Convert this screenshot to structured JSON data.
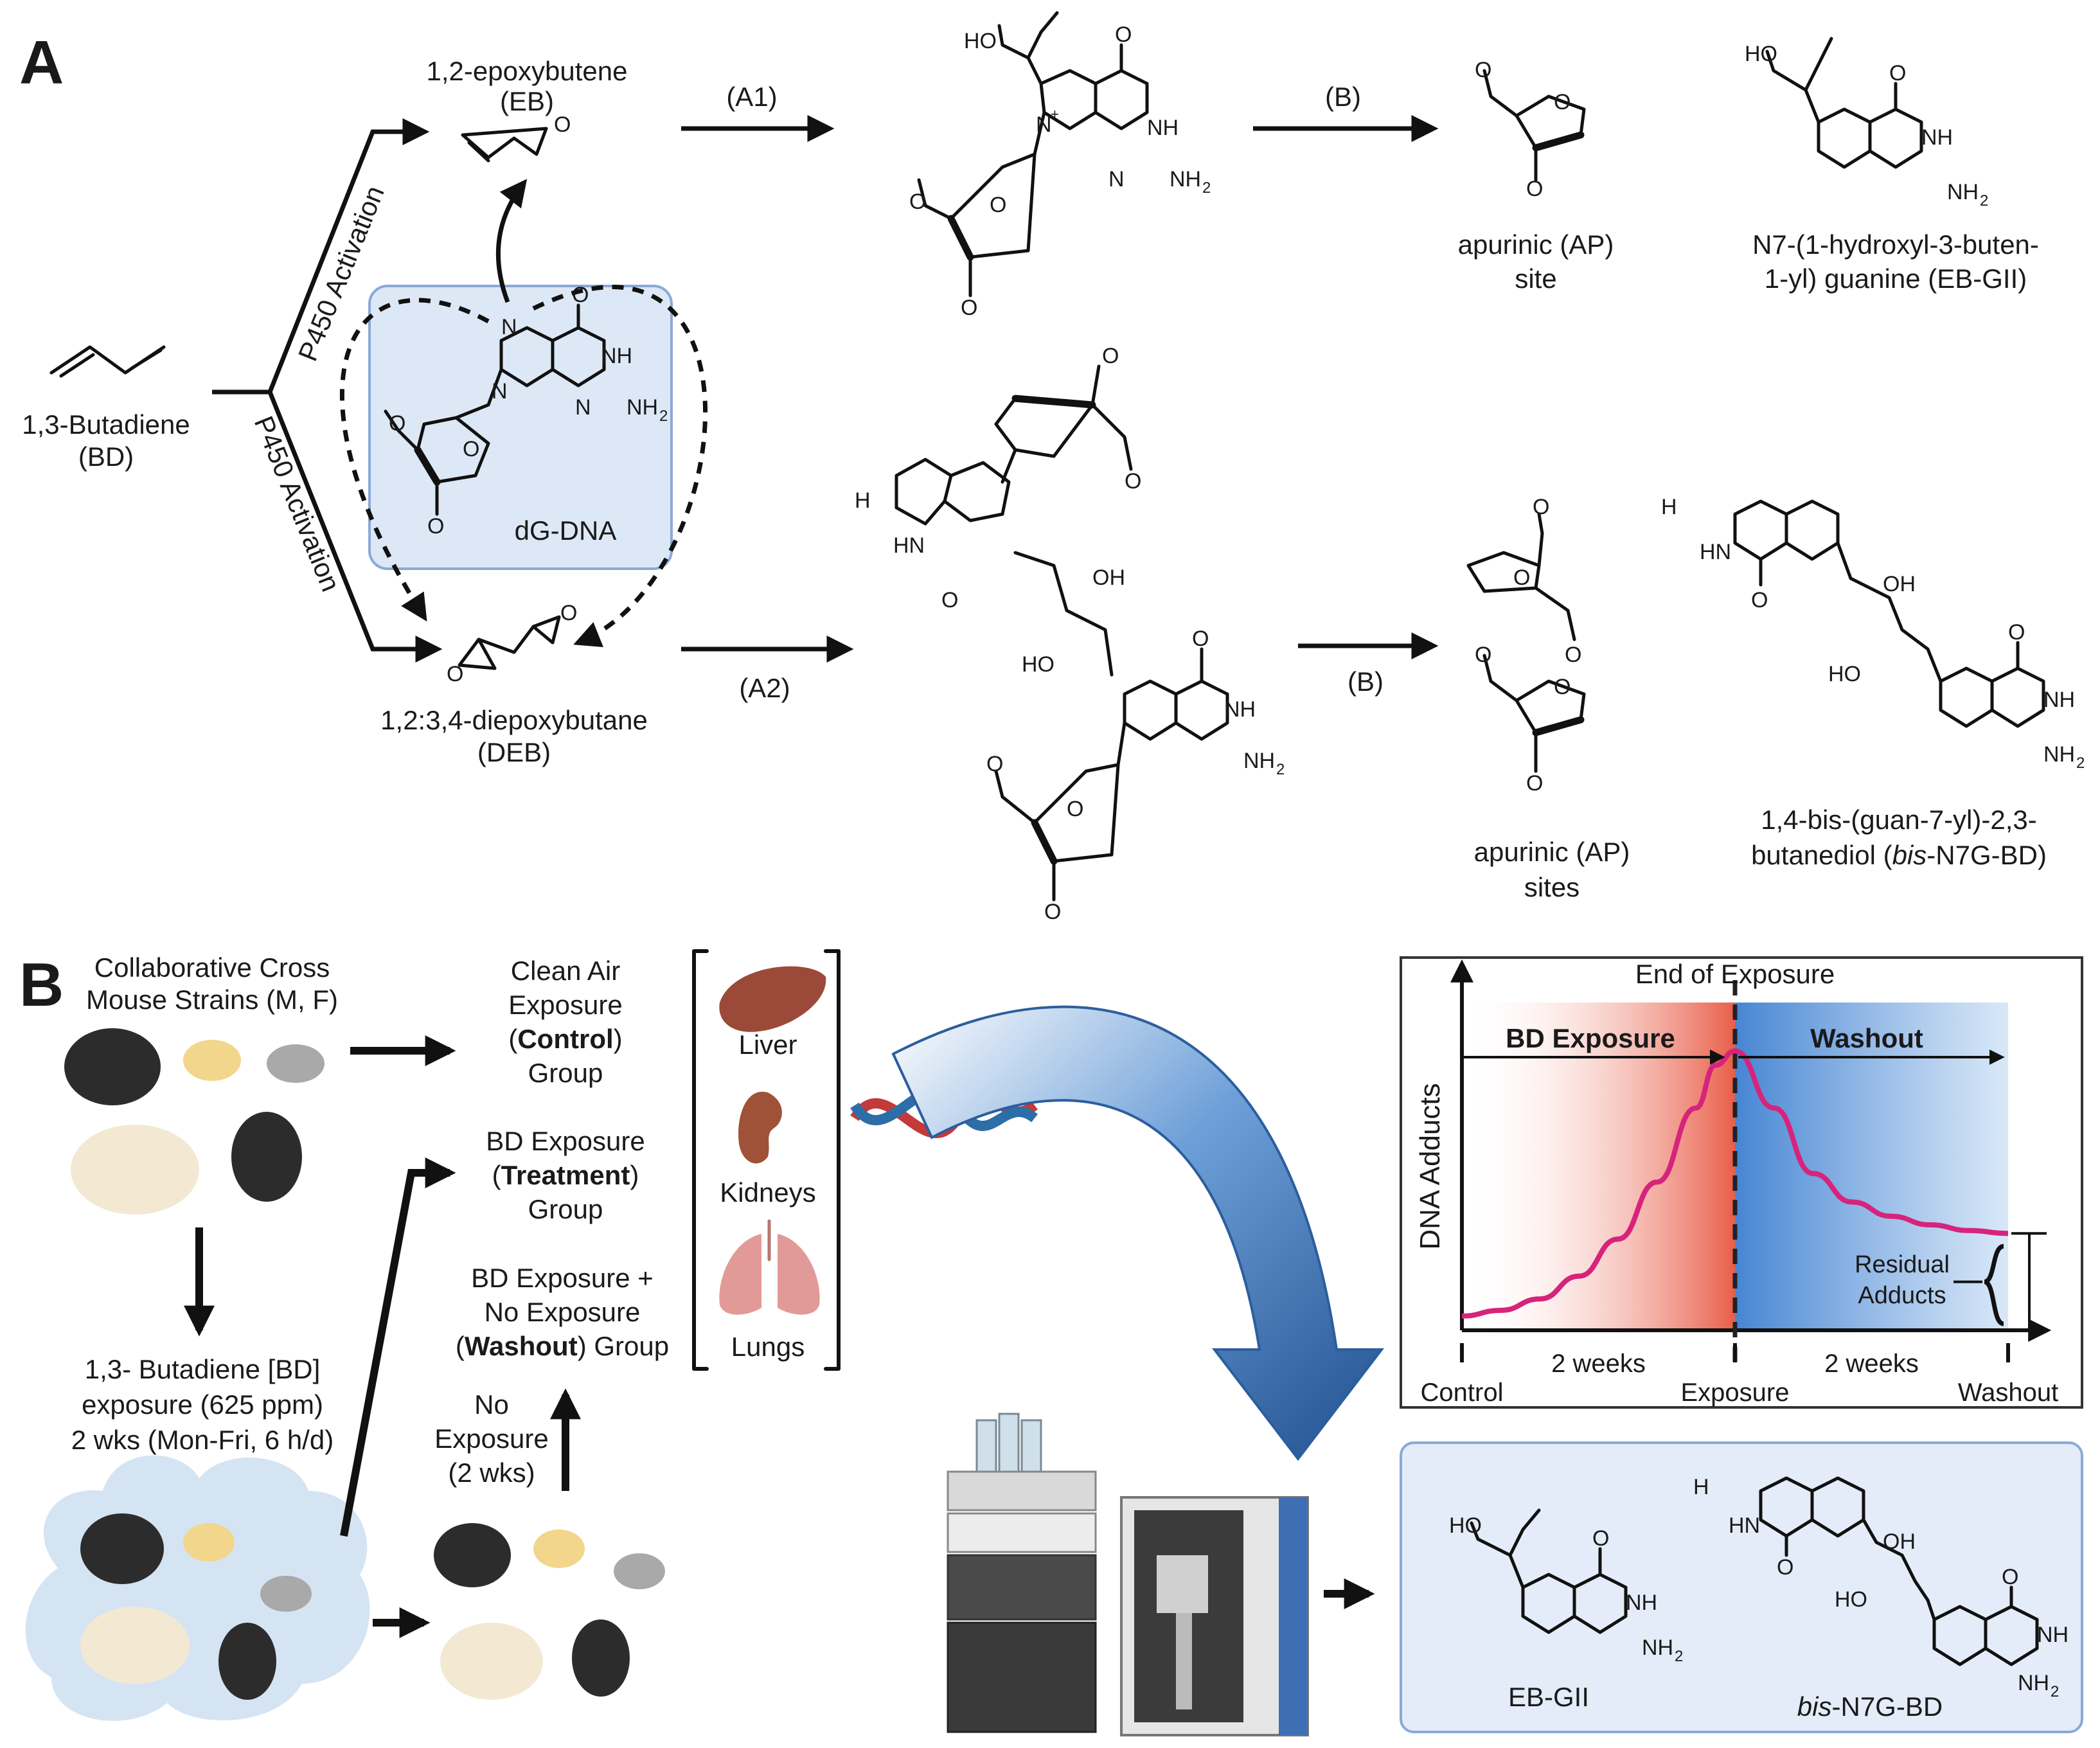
{
  "panel_a": {
    "letter": "A",
    "bd_name": "1,3-Butadiene",
    "bd_abbr": "(BD)",
    "p450_top": "P450 Activation",
    "p450_bottom": "P450 Activation",
    "eb_name": "1,2-epoxybutene",
    "eb_abbr": "(EB)",
    "deb_name": "1,2:3,4-diepoxybutane",
    "deb_abbr": "(DEB)",
    "dg_label": "dG-DNA",
    "step_a1": "(A1)",
    "step_a2": "(A2)",
    "step_b_top": "(B)",
    "step_b_bottom": "(B)",
    "ap_site_1": "apurinic (AP)",
    "ap_site_2": "site",
    "ap_sites_1": "apurinic (AP)",
    "ap_sites_2": "sites",
    "ebgii_1": "N7-(1-hydroxyl-3-buten-",
    "ebgii_2": "1-yl) guanine (EB-GII)",
    "bis_1": "1,4-bis-(guan-7-yl)-2,3-",
    "bis_2a": "butanediol (",
    "bis_2b": "bis",
    "bis_2c": "-N7G-BD)"
  },
  "chem_labels": {
    "ho": "HO",
    "oh": "OH",
    "nh": "NH",
    "hn": "HN",
    "nh2": "NH",
    "h2n": "H",
    "n": "N",
    "o": "O",
    "o_plus": "O",
    "sub2": "2",
    "plus": "+"
  },
  "panel_b": {
    "letter": "B",
    "mice_title_1": "Collaborative Cross",
    "mice_title_2": "Mouse Strains (M, F)",
    "exposure_1": "1,3- Butadiene [BD]",
    "exposure_2": "exposure (625 ppm)",
    "exposure_3": "2 wks (Mon-Fri, 6 h/d)",
    "control_1": "Clean Air",
    "control_2": "Exposure",
    "control_3a": "(",
    "control_3b": "Control",
    "control_3c": ")",
    "control_4": "Group",
    "treatment_1": "BD Exposure",
    "treatment_2a": "(",
    "treatment_2b": "Treatment",
    "treatment_2c": ")",
    "treatment_3": "Group",
    "washout_1": "BD Exposure +",
    "washout_2": "No Exposure",
    "washout_3a": "(",
    "washout_3b": "Washout",
    "washout_3c": ") Group",
    "no_exp_1": "No",
    "no_exp_2": "Exposure",
    "no_exp_3": "(2 wks)",
    "organ_liver": "Liver",
    "organ_kidneys": "Kidneys",
    "organ_lungs": "Lungs",
    "products_eb": "EB-GII",
    "products_bis_a": "bis",
    "products_bis_b": "-N7G-BD"
  },
  "chart_data": {
    "type": "line",
    "title": "End of Exposure",
    "xlabel": "",
    "ylabel": "DNA Adducts",
    "x_tick_labels": [
      "Control",
      "Exposure",
      "Washout"
    ],
    "interval_labels": [
      "2 weeks",
      "2 weeks"
    ],
    "phase_labels": [
      "BD Exposure",
      "Washout"
    ],
    "annotation": [
      "Residual",
      "Adducts"
    ],
    "x": [
      0,
      2,
      4,
      6,
      8,
      10,
      12,
      13,
      14,
      16,
      18,
      20,
      22,
      24,
      26,
      28
    ],
    "values": [
      0.05,
      0.07,
      0.11,
      0.19,
      0.32,
      0.52,
      0.78,
      0.93,
      0.98,
      0.78,
      0.55,
      0.45,
      0.4,
      0.37,
      0.35,
      0.34
    ],
    "xlim": [
      0,
      28
    ],
    "ylim": [
      0,
      1.15
    ],
    "grid": false,
    "colors": {
      "curve": "#d6247d",
      "exposure_band": "#e8553f",
      "washout_band": "#3d7fd1",
      "divider": "#222222"
    }
  },
  "colors": {
    "dg_box_fill": "#dde8f6",
    "dg_box_stroke": "#8aa9d6",
    "products_box_fill": "#e3ecf8",
    "products_box_stroke": "#8aa9d6",
    "big_arrow": "#2c5e9e",
    "liver": "#9b4a3a",
    "kidney": "#a05238",
    "lungs": "#e29a98",
    "mouse_dark": "#2c2c2c",
    "mouse_tan": "#f2d68c",
    "mouse_grey": "#a9a9a9",
    "mouse_cream": "#f3e9d2",
    "cloud": "#d5e4f3"
  }
}
